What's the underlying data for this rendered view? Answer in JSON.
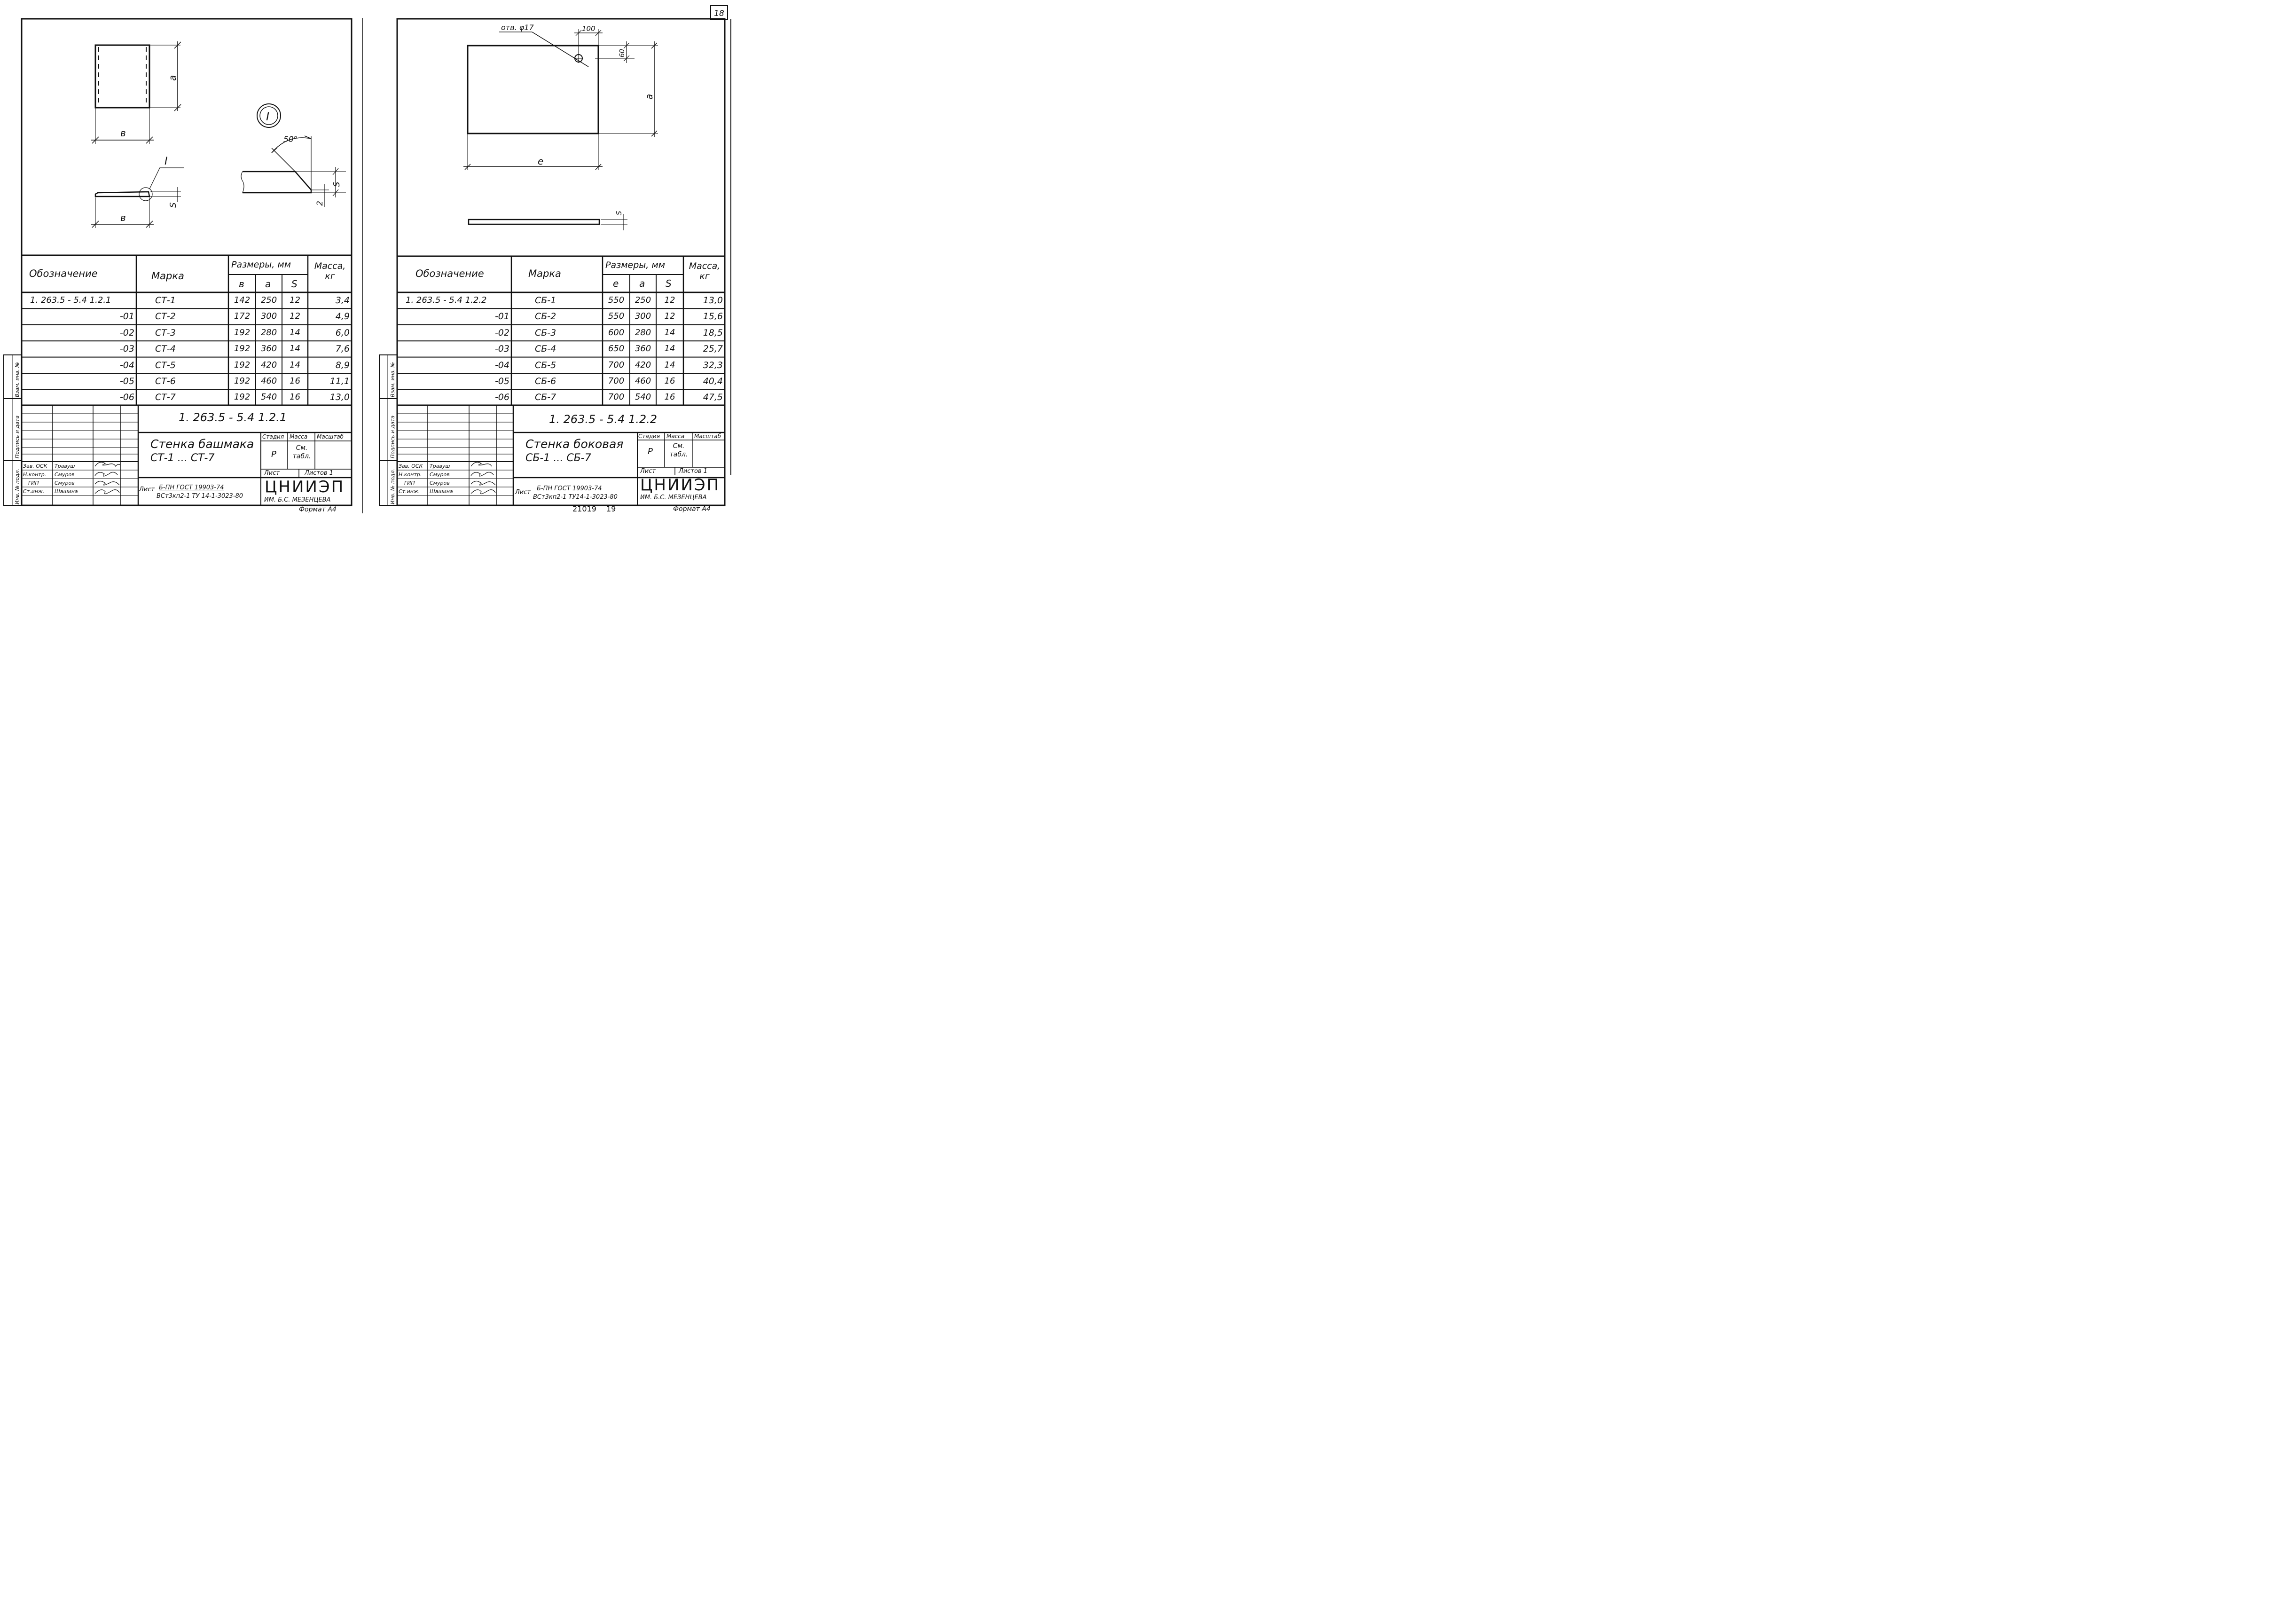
{
  "page_number": "18",
  "footer_code": "21019",
  "footer_page": "19",
  "side_stamp": {
    "vzam": "Взам. инв. №",
    "podpis": "Подпись и дата",
    "inv": "Инв. № подл."
  },
  "sheet1": {
    "drawing": {
      "dim_a": "a",
      "dim_b_top": "в",
      "dim_b_bottom": "в",
      "dim_s": "S",
      "dim_s2": "S",
      "dim_2": "2",
      "dim_angle": "50°",
      "callout": "I",
      "detail_mark": "I"
    },
    "table": {
      "headers": {
        "designation": "Обозначение",
        "mark": "Марка",
        "dims": "Размеры, мм",
        "mass": "Масса, кг",
        "col1": "в",
        "col2": "a",
        "col3": "S"
      },
      "rows": [
        {
          "designation": "1. 263.5 - 5.4  1.2.1",
          "mark": "СТ-1",
          "c1": "142",
          "c2": "250",
          "c3": "12",
          "mass": "3,4"
        },
        {
          "designation": "-01",
          "mark": "СТ-2",
          "c1": "172",
          "c2": "300",
          "c3": "12",
          "mass": "4,9"
        },
        {
          "designation": "-02",
          "mark": "СТ-3",
          "c1": "192",
          "c2": "280",
          "c3": "14",
          "mass": "6,0"
        },
        {
          "designation": "-03",
          "mark": "СТ-4",
          "c1": "192",
          "c2": "360",
          "c3": "14",
          "mass": "7,6"
        },
        {
          "designation": "-04",
          "mark": "СТ-5",
          "c1": "192",
          "c2": "420",
          "c3": "14",
          "mass": "8,9"
        },
        {
          "designation": "-05",
          "mark": "СТ-6",
          "c1": "192",
          "c2": "460",
          "c3": "16",
          "mass": "11,1"
        },
        {
          "designation": "-06",
          "mark": "СТ-7",
          "c1": "192",
          "c2": "540",
          "c3": "16",
          "mass": "13,0"
        }
      ]
    },
    "title_block": {
      "doc_code": "1. 263.5 - 5.4  1.2.1",
      "title_line1": "Стенка башмака",
      "title_line2": "СТ-1 ... СТ-7",
      "stage_label": "Стадия",
      "mass_label": "Масса",
      "scale_label": "Масштаб",
      "stage_value": "Р",
      "mass_value": "См. табл.",
      "sheet_label": "Лист",
      "sheets_label": "Листов 1",
      "roles": [
        {
          "role": "Зав. ОСК",
          "name": "Травуш"
        },
        {
          "role": "Н.контр.",
          "name": "Смуров"
        },
        {
          "role": "ГИП",
          "name": "Смуров"
        },
        {
          "role": "Ст.инж.",
          "name": "Шашина"
        }
      ],
      "material_prefix": "Лист",
      "material_line1": "Б-ПН ГОСТ 19903-74",
      "material_line2": "ВСт3кп2-1 ТУ 14-1-3023-80",
      "org_name": "ЦНИИЭП",
      "org_sub": "ИМ. Б.С. МЕЗЕНЦЕВА",
      "format": "Формат А4"
    }
  },
  "sheet2": {
    "drawing": {
      "hole_label": "отв. φ17",
      "dim_100": "100",
      "dim_60": "60",
      "dim_a": "a",
      "dim_e": "e",
      "dim_s": "S"
    },
    "table": {
      "headers": {
        "designation": "Обозначение",
        "mark": "Марка",
        "dims": "Размеры, мм",
        "mass": "Масса, кг",
        "col1": "e",
        "col2": "a",
        "col3": "S"
      },
      "rows": [
        {
          "designation": "1. 263.5 - 5.4   1.2.2",
          "mark": "СБ-1",
          "c1": "550",
          "c2": "250",
          "c3": "12",
          "mass": "13,0"
        },
        {
          "designation": "-01",
          "mark": "СБ-2",
          "c1": "550",
          "c2": "300",
          "c3": "12",
          "mass": "15,6"
        },
        {
          "designation": "-02",
          "mark": "СБ-3",
          "c1": "600",
          "c2": "280",
          "c3": "14",
          "mass": "18,5"
        },
        {
          "designation": "-03",
          "mark": "СБ-4",
          "c1": "650",
          "c2": "360",
          "c3": "14",
          "mass": "25,7"
        },
        {
          "designation": "-04",
          "mark": "СБ-5",
          "c1": "700",
          "c2": "420",
          "c3": "14",
          "mass": "32,3"
        },
        {
          "designation": "-05",
          "mark": "СБ-6",
          "c1": "700",
          "c2": "460",
          "c3": "16",
          "mass": "40,4"
        },
        {
          "designation": "-06",
          "mark": "СБ-7",
          "c1": "700",
          "c2": "540",
          "c3": "16",
          "mass": "47,5"
        }
      ]
    },
    "title_block": {
      "doc_code": "1. 263.5 - 5.4  1.2.2",
      "title_line1": "Стенка боковая",
      "title_line2": "СБ-1 ... СБ-7",
      "stage_label": "Стадия",
      "mass_label": "Масса",
      "scale_label": "Масштаб",
      "stage_value": "Р",
      "mass_value": "См. табл.",
      "sheet_label": "Лист",
      "sheets_label": "Листов 1",
      "roles": [
        {
          "role": "Зав. ОСК",
          "name": "Травуш"
        },
        {
          "role": "Н.контр.",
          "name": "Смуров"
        },
        {
          "role": "ГИП",
          "name": "Смуров"
        },
        {
          "role": "Ст.инж.",
          "name": "Шашина"
        }
      ],
      "material_prefix": "Лист",
      "material_line1": "Б-ПН ГОСТ 19903-74",
      "material_line2": "ВСт3кп2-1 ТУ14-1-3023-80",
      "org_name": "ЦНИИЭП",
      "org_sub": "ИМ. Б.С. МЕЗЕНЦЕВА",
      "format": "Формат А4"
    }
  }
}
